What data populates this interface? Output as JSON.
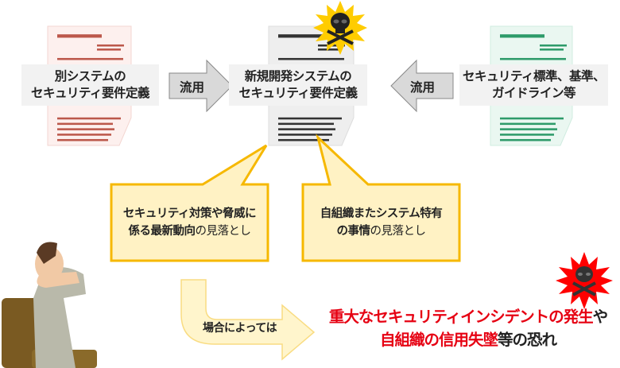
{
  "documents": [
    {
      "label_line1": "別システムの",
      "label_line2": "セキュリティ要件定義",
      "color": "#b5483a"
    },
    {
      "label_line1": "新規開発システムの",
      "label_line2": "セキュリティ要件定義",
      "color": "#333333"
    },
    {
      "label_line1": "セキュリティ標準、基準、",
      "label_line2": "ガイドライン等",
      "color": "#2e9b6a"
    }
  ],
  "arrows": {
    "left_label": "流用",
    "right_label": "流用"
  },
  "callouts": [
    {
      "line1_bold": "セキュリティ対策や脅威に",
      "line2_bold": "係る最新動向",
      "line2_normal": "の見落とし"
    },
    {
      "line1_bold": "自組織またシステム特有",
      "line2_bold": "の事情",
      "line2_normal": "の見落とし"
    }
  ],
  "flow_label": "場合によっては",
  "risk": {
    "line1_red": "重大なセキュリティインシデントの発生",
    "line1_black": "や",
    "line2_red": "自組織の信用失墜",
    "line2_black": "等の恐れ"
  },
  "colors": {
    "callout_fill": "#fff2c4",
    "callout_border": "#f6b800",
    "risk_red": "#e60012",
    "star_yellow": "#ffcc00"
  }
}
